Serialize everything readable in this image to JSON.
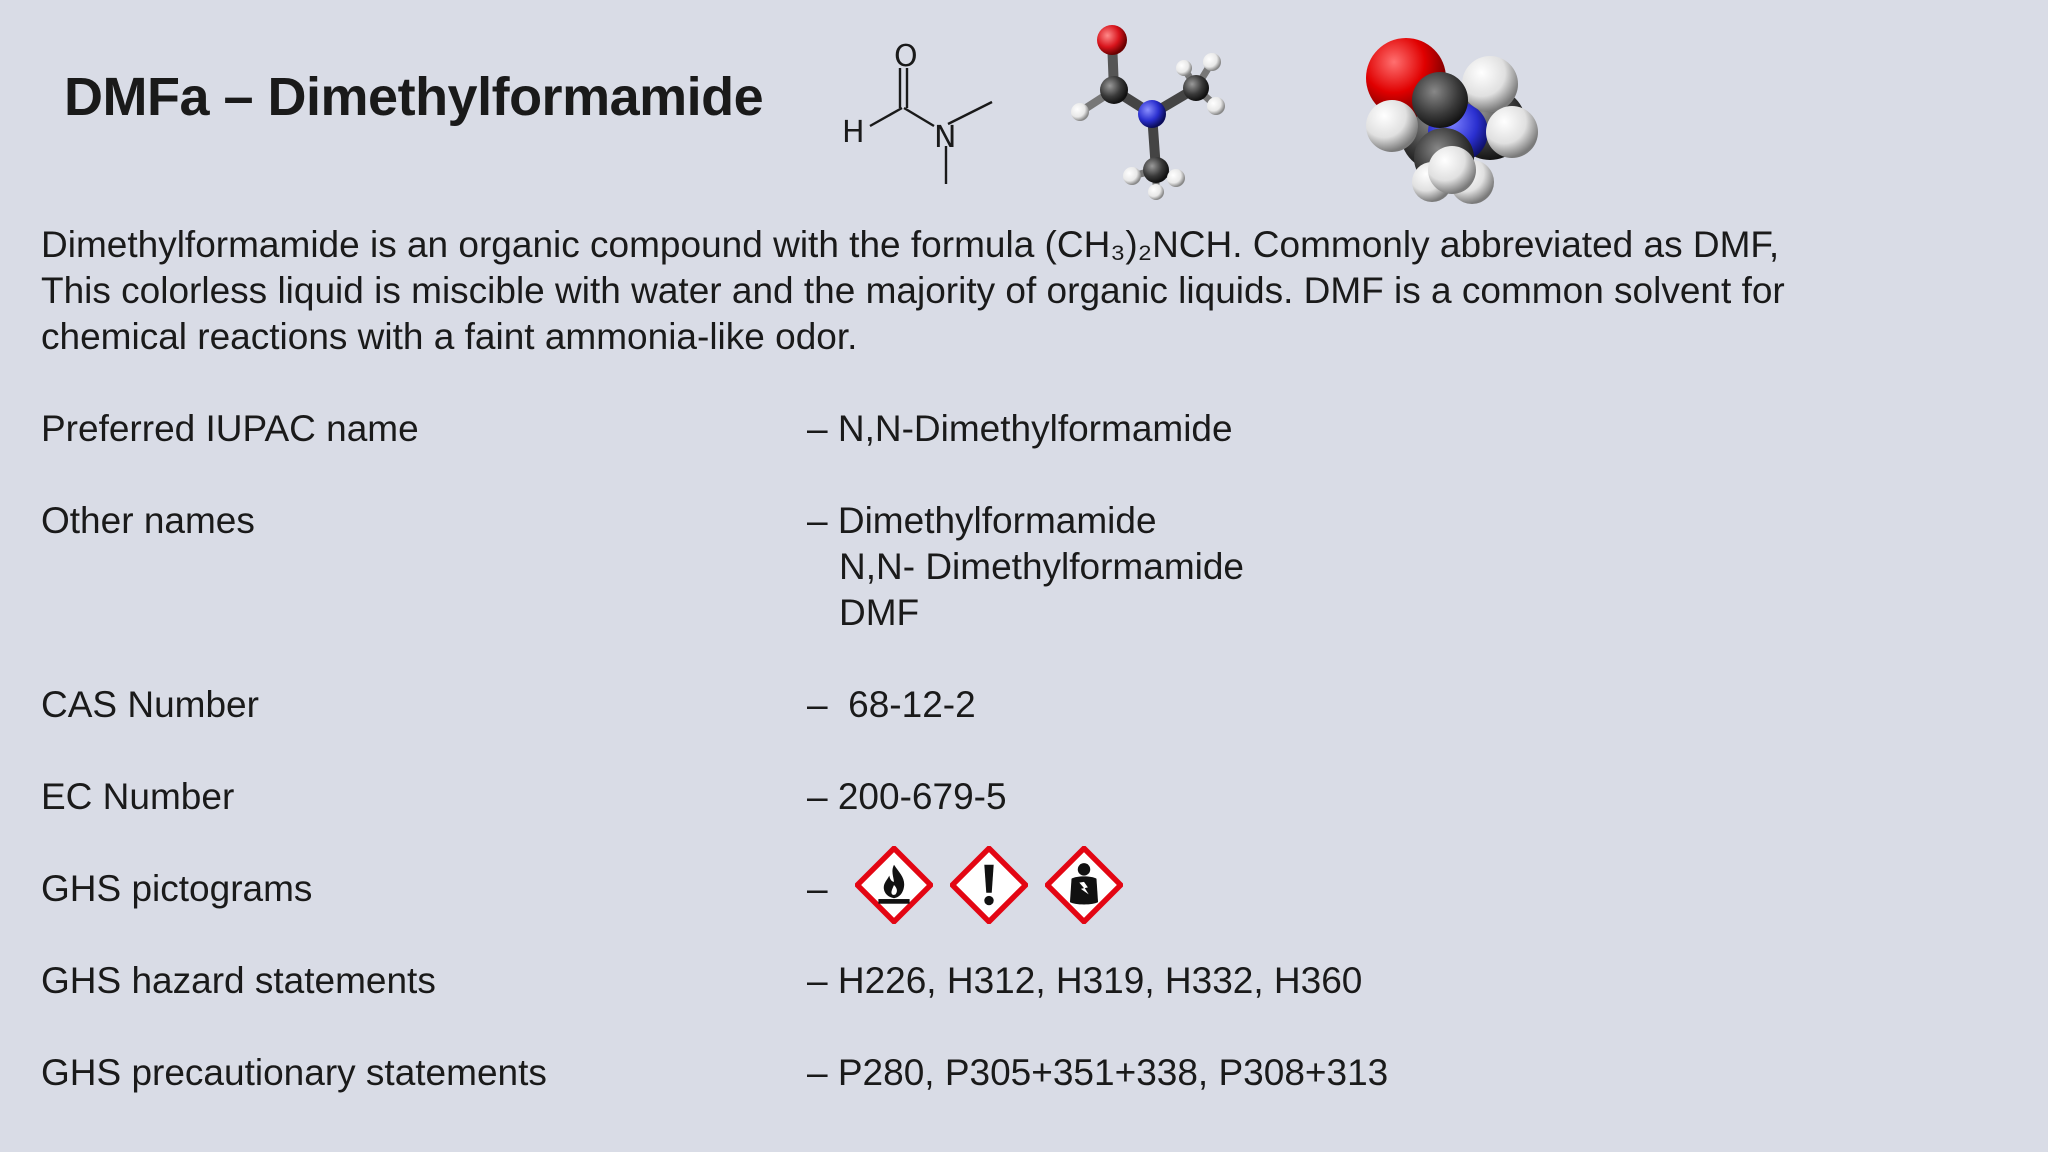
{
  "slide": {
    "title": "DMFa – Dimethylformamide",
    "intro_lines": [
      "Dimethylformamide is an organic compound with the formula (CH₃)₂NCH. Commonly abbreviated as DMF,",
      "This colorless liquid is miscible with water and the majority of organic liquids. DMF is a common solvent for",
      "chemical reactions with a faint ammonia-like odor."
    ],
    "structures": {
      "skeletal_atoms": [
        "O",
        "H",
        "N"
      ],
      "atom_colors": {
        "oxygen": "#d8141c",
        "nitrogen": "#2a2fcf",
        "carbon": "#3a3a3a",
        "hydrogen": "#f0f0f0"
      }
    },
    "properties": {
      "iupac": {
        "label": "Preferred IUPAC name",
        "value": "– N,N-Dimethylformamide"
      },
      "other_names": {
        "label": "Other names",
        "values": [
          "– Dimethylformamide",
          "N,N- Dimethylformamide",
          "DMF"
        ]
      },
      "cas": {
        "label": "CAS Number",
        "value": "–  68-12-2"
      },
      "ec": {
        "label": "EC Number",
        "value": "– 200-679-5"
      },
      "ghs_pictograms": {
        "label": "GHS pictograms",
        "value": "–",
        "icons": [
          "flame-icon",
          "exclamation-mark-icon",
          "health-hazard-icon"
        ],
        "border_color": "#e30613"
      },
      "hazard": {
        "label": "GHS hazard statements",
        "value": "– H226, H312, H319, H332, H360"
      },
      "precautionary": {
        "label": "GHS precautionary statements",
        "value": "– P280, P305+351+338, P308+313"
      }
    }
  }
}
